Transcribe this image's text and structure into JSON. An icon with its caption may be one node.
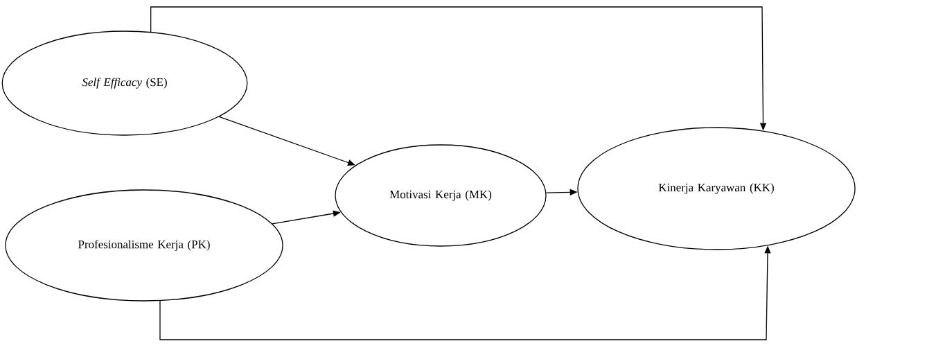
{
  "diagram": {
    "nodes": [
      {
        "text": [
          "*Self Efficacy* (SE)"
        ]
      },
      {
        "text": [
          "Profesionalisme Kerja (PK)"
        ]
      },
      {
        "text": [
          "Motivasi Kerja (MK)"
        ]
      },
      {
        "text": [
          "Kinerja Karyawan (KK)"
        ]
      }
    ],
    "edges": [
      {
        "from": 0,
        "to": 2,
        "arrow": "to"
      },
      {
        "from": 1,
        "to": 2,
        "arrow": "to"
      },
      {
        "from": 2,
        "to": 3,
        "arrow": "to"
      },
      {
        "from": 0,
        "to": 3,
        "arrow": "to"
      },
      {
        "from": 1,
        "to": 3,
        "arrow": "to"
      }
    ]
  }
}
